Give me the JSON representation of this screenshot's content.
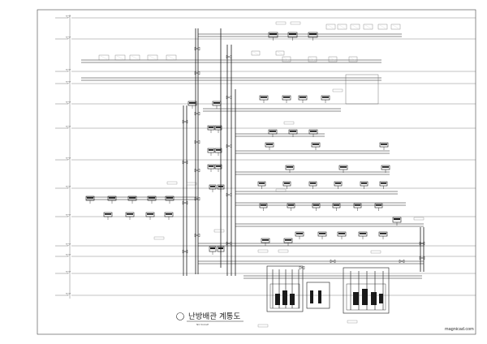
{
  "drawing": {
    "title": "난방배관 계통도",
    "scale": "NO SCALE",
    "watermark": "magnicad.com"
  },
  "colors": {
    "ink": "#1a1a1a",
    "paper": "#ffffff",
    "ghost": "#c9c9c9"
  },
  "icons": {
    "unit": "fan-coil-unit-icon",
    "pump": "pump-icon",
    "tank": "tank-icon"
  }
}
